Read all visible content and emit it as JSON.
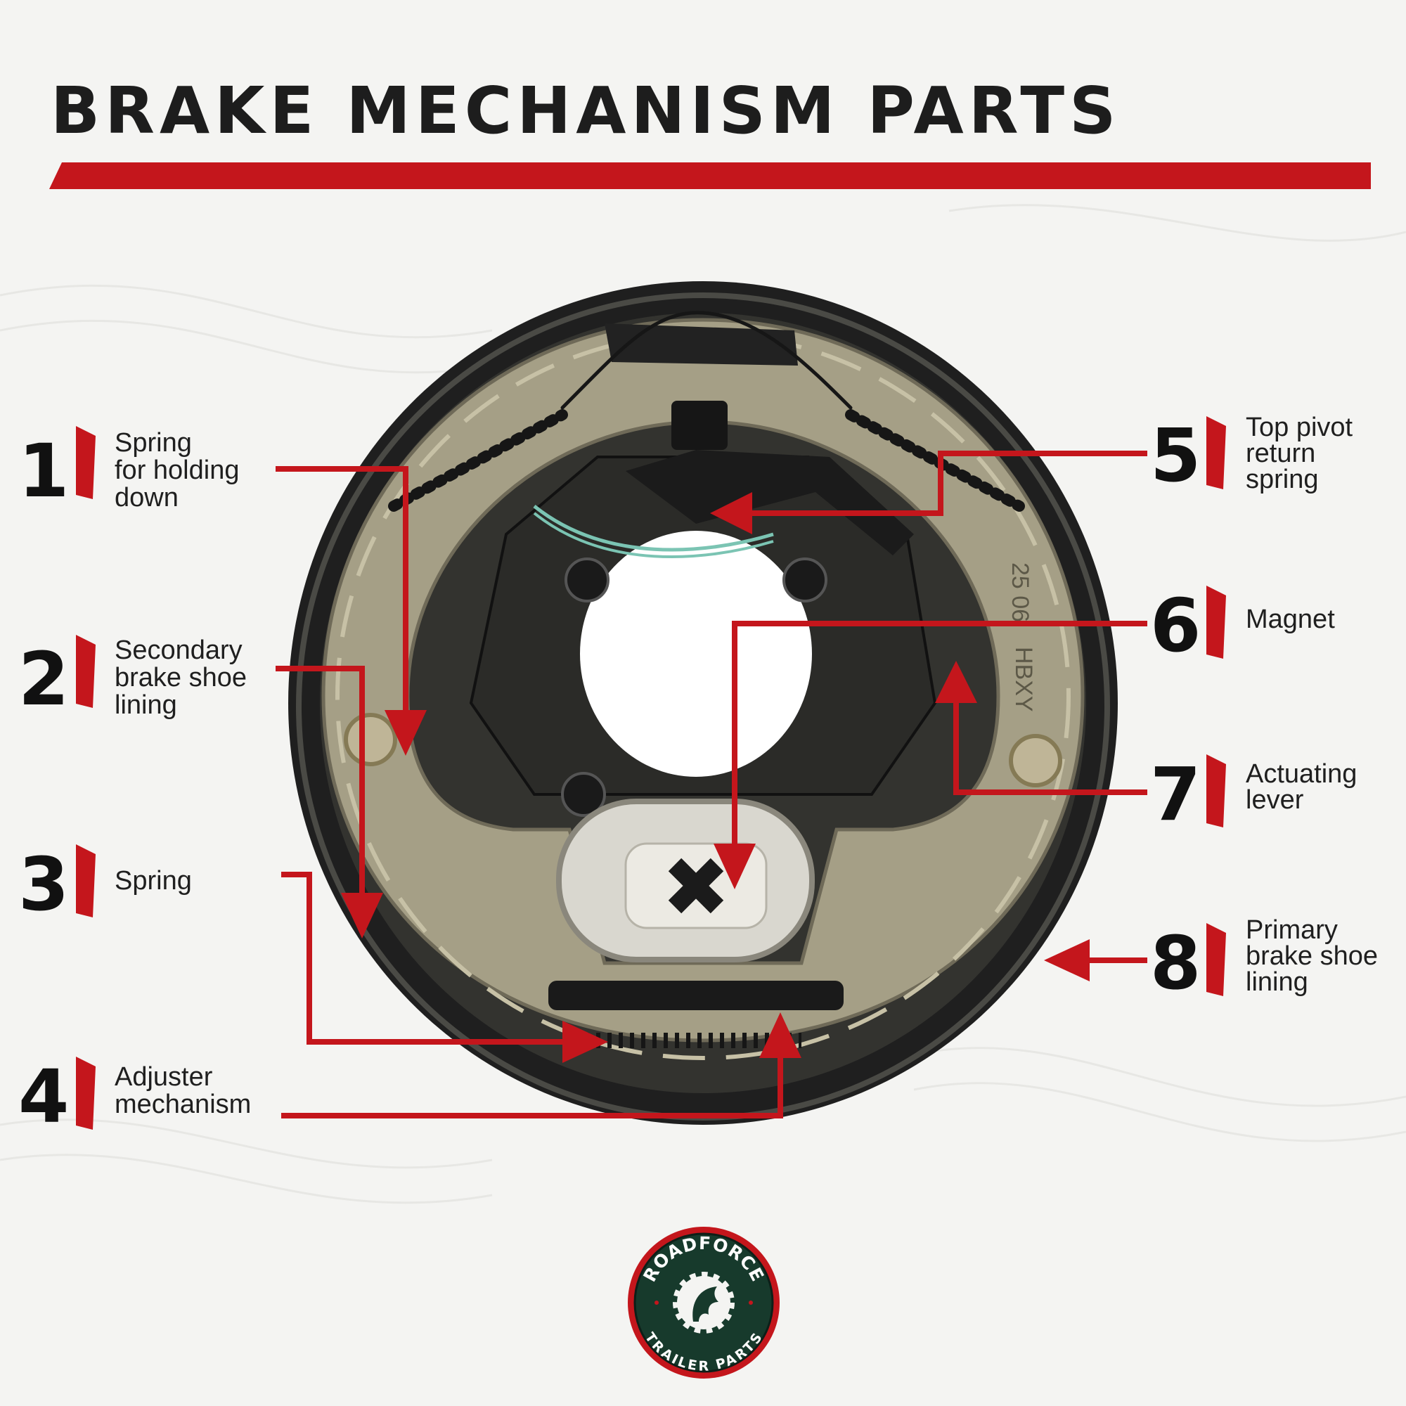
{
  "title": "BRAKE MECHANISM PARTS",
  "accent_color": "#c4161c",
  "parts": [
    {
      "number": "1",
      "lines": [
        "Spring",
        "for holding",
        "down"
      ]
    },
    {
      "number": "2",
      "lines": [
        "Secondary",
        "brake shoe",
        "lining"
      ]
    },
    {
      "number": "3",
      "lines": [
        "Spring"
      ]
    },
    {
      "number": "4",
      "lines": [
        "Adjuster",
        "mechanism"
      ]
    },
    {
      "number": "5",
      "lines": [
        "Top pivot",
        "return",
        "spring"
      ]
    },
    {
      "number": "6",
      "lines": [
        "Magnet"
      ]
    },
    {
      "number": "7",
      "lines": [
        "Actuating",
        "lever"
      ]
    },
    {
      "number": "8",
      "lines": [
        "Primary",
        "brake shoe",
        "lining"
      ]
    }
  ],
  "photo_markings": [
    "25 06",
    "HBXY"
  ],
  "logo": {
    "top_text": "ROADFORCE",
    "bottom_text": "TRAILER PARTS",
    "icon": "gear-horse-icon"
  }
}
